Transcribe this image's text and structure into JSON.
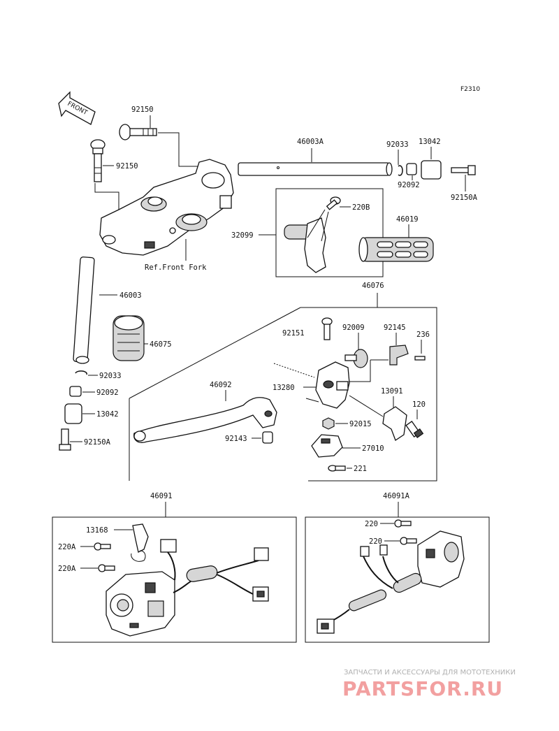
{
  "diagram": {
    "figure_code": "F2310",
    "front_label": "FRONT",
    "ref_note": "Ref.Front Fork",
    "parts": {
      "p92150_top": "92150",
      "p92150_left": "92150",
      "p46003A": "46003A",
      "p92033_right": "92033",
      "p13042_right": "13042",
      "p92092_right": "92092",
      "p92150A_right": "92150A",
      "p220B": "220B",
      "p32099": "32099",
      "p46019": "46019",
      "p46003": "46003",
      "p46075": "46075",
      "p46076": "46076",
      "p92033_left": "92033",
      "p92092_left": "92092",
      "p13042_left": "13042",
      "p92150A_left": "92150A",
      "p92151": "92151",
      "p92009": "92009",
      "p92145": "92145",
      "p236": "236",
      "p46092": "46092",
      "p13280": "13280",
      "p13091": "13091",
      "p120": "120",
      "p92015": "92015",
      "p92143": "92143",
      "p27010": "27010",
      "p221": "221",
      "p46091": "46091",
      "p46091A": "46091A",
      "p13168": "13168",
      "p220A_1": "220A",
      "p220A_2": "220A",
      "p220_1": "220",
      "p220_2": "220"
    }
  },
  "watermark": {
    "line1": "ЗАПЧАСТИ И АКСЕССУАРЫ ДЛЯ МОТОТЕХНИКИ",
    "logo": "PARTSFOR.RU"
  }
}
